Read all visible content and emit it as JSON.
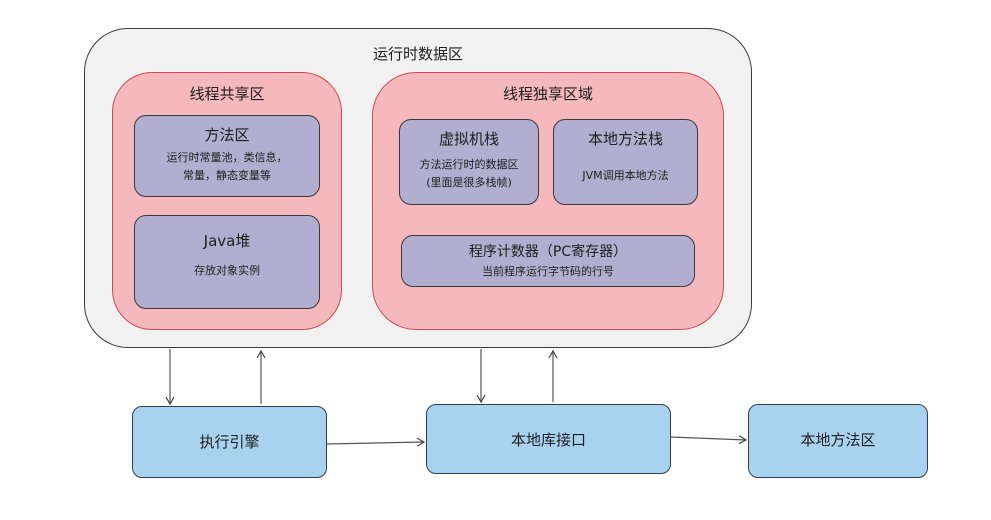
{
  "runtime_area": {
    "title": "运行时数据区"
  },
  "shared_area": {
    "title": "线程共享区",
    "method_area": {
      "title": "方法区",
      "line1": "运行时常量池，类信息，",
      "line2": "常量，静态变量等"
    },
    "java_heap": {
      "title": "Java堆",
      "desc": "存放对象实例"
    }
  },
  "private_area": {
    "title": "线程独享区域",
    "vm_stack": {
      "title": "虚拟机栈",
      "line1": "方法运行时的数据区",
      "line2": "(里面是很多栈帧)"
    },
    "native_stack": {
      "title": "本地方法栈",
      "desc": "JVM调用本地方法"
    },
    "pc_register": {
      "title": "程序计数器（PC寄存器）",
      "desc": "当前程序运行字节码的行号"
    }
  },
  "execution_engine": {
    "label": "执行引擎"
  },
  "native_interface": {
    "label": "本地库接口"
  },
  "native_method_area": {
    "label": "本地方法区"
  }
}
